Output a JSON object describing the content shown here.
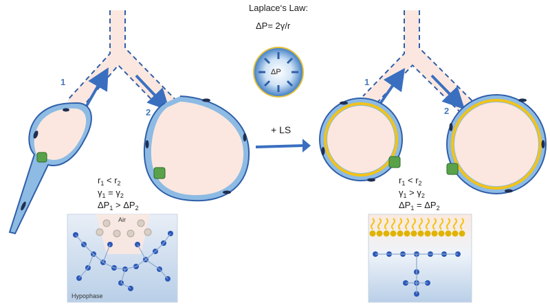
{
  "law": {
    "title": "Laplace‘s Law:",
    "formula": "ΔP= 2γ/r",
    "bubble_label": "ΔP"
  },
  "transition_label": "+ LS",
  "left": {
    "airway_labels": [
      "1",
      "2"
    ],
    "equations": [
      {
        "a": "r",
        "a_sub": "1",
        "op": "<",
        "b": "r",
        "b_sub": "2"
      },
      {
        "a": "γ",
        "a_sub": "1",
        "op": "=",
        "b": "γ",
        "b_sub": "2"
      },
      {
        "a": "ΔP",
        "a_sub": "1",
        "op": ">",
        "b": "ΔP",
        "b_sub": "2"
      }
    ],
    "inset": {
      "top_label": "Air",
      "bottom_label": "Hypophase"
    }
  },
  "right": {
    "airway_labels": [
      "1",
      "2"
    ],
    "equations": [
      {
        "a": "r",
        "a_sub": "1",
        "op": "<",
        "b": "r",
        "b_sub": "2"
      },
      {
        "a": "γ",
        "a_sub": "1",
        "op": ">",
        "b": "γ",
        "b_sub": "2"
      },
      {
        "a": "ΔP",
        "a_sub": "1",
        "op": "=",
        "b": "ΔP",
        "b_sub": "2"
      }
    ]
  },
  "colors": {
    "airway_fill": "#fbe7df",
    "wall_blue": "#7fb0dd",
    "wall_outline": "#2f5ea8",
    "surfactant_yellow": "#f2c318",
    "arrow_blue": "#3a6fc0",
    "molecule_blue": "#2c58b8",
    "nucleus": "#1f2f52"
  }
}
